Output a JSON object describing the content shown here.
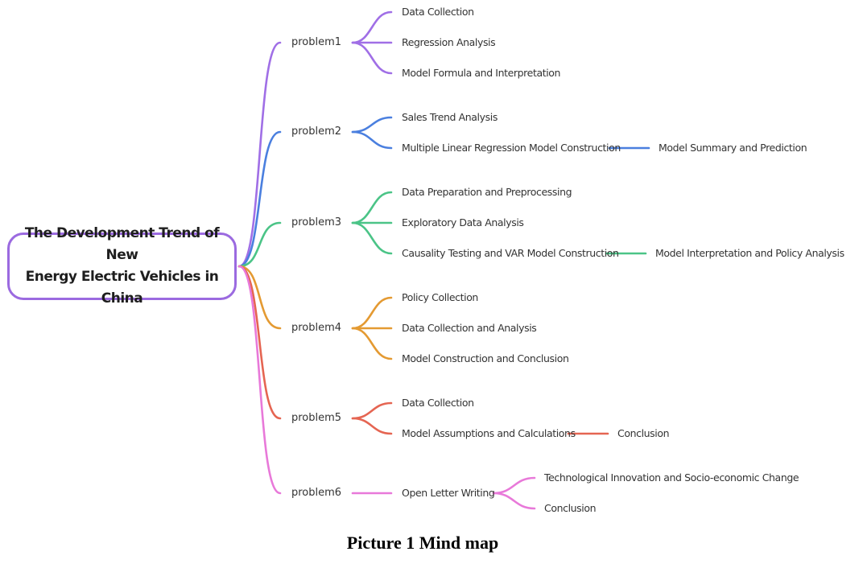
{
  "root": {
    "line1": "The Development Trend of New",
    "line2": "Energy Electric Vehicles in China",
    "color": "#9b6ae0"
  },
  "caption": "Picture 1 Mind map",
  "problems": [
    {
      "label": "problem1",
      "color": "#a06fe6",
      "children": [
        {
          "label": "Data Collection"
        },
        {
          "label": "Regression Analysis"
        },
        {
          "label": "Model Formula and Interpretation"
        }
      ]
    },
    {
      "label": "problem2",
      "color": "#4a7fdf",
      "children": [
        {
          "label": "Sales Trend Analysis"
        },
        {
          "label": "Multiple Linear Regression Model Construction",
          "child": "Model Summary and Prediction"
        }
      ]
    },
    {
      "label": "problem3",
      "color": "#4bc487",
      "children": [
        {
          "label": "Data Preparation and Preprocessing"
        },
        {
          "label": "Exploratory Data Analysis"
        },
        {
          "label": "Causality Testing and VAR Model Construction",
          "child": "Model Interpretation and Policy Analysis"
        }
      ]
    },
    {
      "label": "problem4",
      "color": "#e49a32",
      "children": [
        {
          "label": "Policy Collection"
        },
        {
          "label": "Data Collection and Analysis"
        },
        {
          "label": "Model Construction and Conclusion"
        }
      ]
    },
    {
      "label": "problem5",
      "color": "#e56552",
      "children": [
        {
          "label": "Data Collection"
        },
        {
          "label": "Model Assumptions and Calculations",
          "child": "Conclusion"
        }
      ]
    },
    {
      "label": "problem6",
      "color": "#e879d9",
      "children": [
        {
          "label": "Open Letter Writing",
          "children": [
            {
              "label": "Technological Innovation and Socio-economic Change"
            },
            {
              "label": "Conclusion"
            }
          ]
        }
      ]
    }
  ]
}
